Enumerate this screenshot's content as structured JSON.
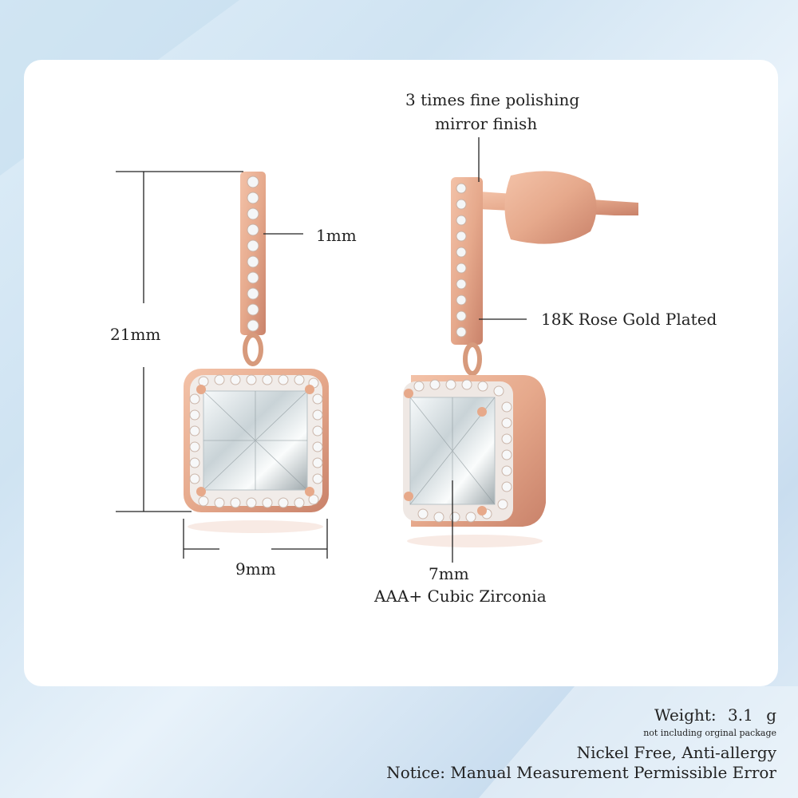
{
  "annotations": {
    "polishing_line1": "3 times fine polishing",
    "polishing_line2": "mirror finish",
    "bar_width": "1mm",
    "total_length": "21mm",
    "plating": "18K Rose Gold Plated",
    "frame_width": "9mm",
    "stone_size": "7mm",
    "stone_type": "AAA+ Cubic Zirconia"
  },
  "footer": {
    "weight_label": "Weight:",
    "weight_value": "3.1",
    "weight_unit": "g",
    "weight_note": "not including orginal package",
    "feature": "Nickel Free, Anti-allergy",
    "notice": "Notice: Manual Measurement Permissible Error"
  },
  "colors": {
    "rose_gold": "#e6a98c",
    "rose_gold_dark": "#c9826a",
    "stone": "#e8eef0",
    "background": "#d6e8f5"
  }
}
